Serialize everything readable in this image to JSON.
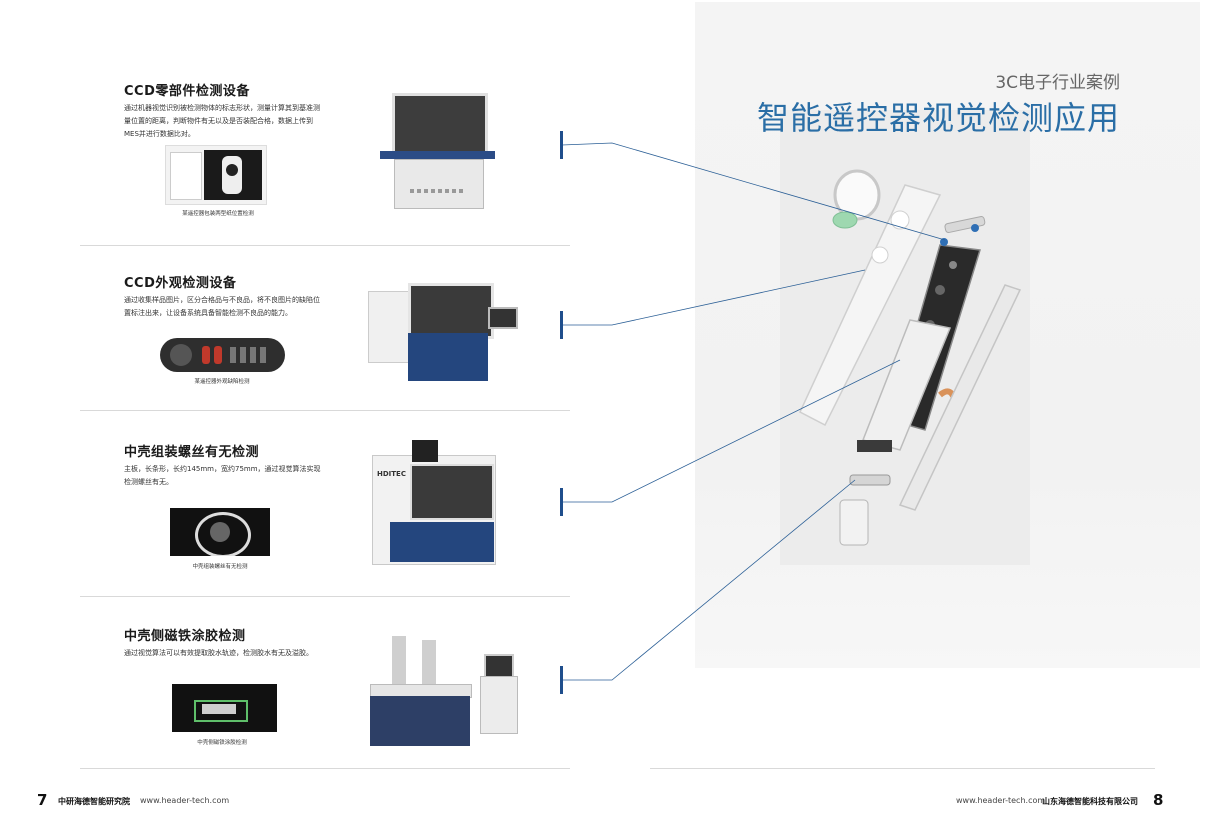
{
  "sections": [
    {
      "title": "CCD零部件检测设备",
      "description": "通过机器视觉识别被检测物体的标志形状，测量计算其到基准测量位置的距离，判断物件有无以及是否装配合格，数据上传到MES并进行数据比对。",
      "caption": "某遥控器包装两型纸位置检测"
    },
    {
      "title": "CCD外观检测设备",
      "description": "通过收集样品图片，区分合格品与不良品，将不良图片的缺陷位置标注出来，让设备系统具备智能检测不良品的能力。",
      "caption": "某遥控器外观缺陷检测"
    },
    {
      "title": "中壳组装螺丝有无检测",
      "description": "主板，长条形，长约145mm，宽约75mm，通过视觉算法实现检测螺丝有无。",
      "caption": "中壳组装螺丝有无检测"
    },
    {
      "title": "中壳侧磁铁涂胶检测",
      "description": "通过视觉算法可以有效提取胶水轨迹，检测胶水有无及溢胶。",
      "caption": "中壳侧磁铁涂胶检测"
    }
  ],
  "right_panel": {
    "subtitle": "3C电子行业案例",
    "title": "智能遥控器视觉检测应用"
  },
  "machine_brand": "HDITEC",
  "footer": {
    "left_page": "7",
    "left_org": "中研海德智能研究院",
    "left_url": "www.header-tech.com",
    "right_url": "www.header-tech.com",
    "right_org": "山东海德智能科技有限公司",
    "right_page": "8"
  },
  "colors": {
    "accent": "#2a6ea6",
    "marker": "#1f4e8c",
    "machine_blue": "#24467e"
  }
}
